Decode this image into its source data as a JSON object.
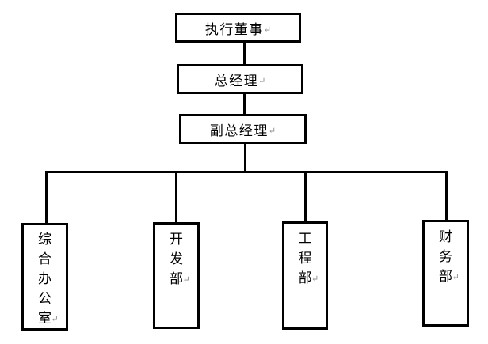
{
  "diagram": {
    "type": "org-chart",
    "levels": 4
  },
  "nodes": [
    {
      "id": "executive-director",
      "label": "执行董事",
      "level": 1,
      "parent": null,
      "text_orientation": "horizontal"
    },
    {
      "id": "general-manager",
      "label": "总经理",
      "level": 2,
      "parent": "executive-director",
      "text_orientation": "horizontal"
    },
    {
      "id": "deputy-general-manager",
      "label": "副总经理",
      "level": 3,
      "parent": "general-manager",
      "text_orientation": "horizontal"
    },
    {
      "id": "general-office",
      "label": "综合办公室",
      "level": 4,
      "parent": "deputy-general-manager",
      "text_orientation": "vertical"
    },
    {
      "id": "development-dept",
      "label": "开发部",
      "level": 4,
      "parent": "deputy-general-manager",
      "text_orientation": "vertical"
    },
    {
      "id": "engineering-dept",
      "label": "工程部",
      "level": 4,
      "parent": "deputy-general-manager",
      "text_orientation": "vertical"
    },
    {
      "id": "finance-dept",
      "label": "财务部",
      "level": 4,
      "parent": "deputy-general-manager",
      "text_orientation": "vertical"
    }
  ],
  "marks": {
    "return_glyph": "↵"
  },
  "colors": {
    "background": "#ffffff",
    "box_border": "#000000",
    "connector": "#000000",
    "text": "#000000",
    "return_mark": "#8a8a8a"
  }
}
